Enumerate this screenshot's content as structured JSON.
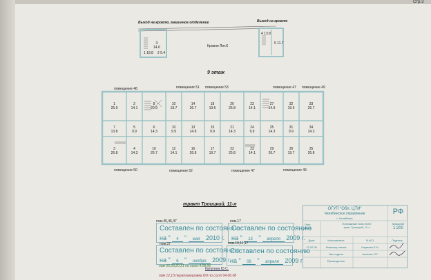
{
  "document": {
    "corner_text": "Стр.3",
    "roof_exit_left": "Выход на кровлю, машинное отделение",
    "roof_exit_right": "Выход на кровлю",
    "roof_label": "Кровля Лит.К",
    "floor_title": "9 этаж",
    "address_title": "тракт Троицкий, 11-л",
    "top_rooms": [
      {
        "num": "1",
        "area": "18.8"
      },
      {
        "num": "2",
        "area": "5.4"
      },
      {
        "num": "3",
        "area": "14.6"
      },
      {
        "num": "4",
        "area": "13.8"
      },
      {
        "num": "5",
        "area": "11.7"
      }
    ],
    "premises_labels": [
      "помещение 48",
      "помещение 51",
      "помещение 53",
      "помещение 47",
      "помещение 49",
      "помещение 50",
      "помещение 52",
      "помещение 47",
      "помещение 49"
    ],
    "rooms_top": [
      {
        "num": "1",
        "area": "25.9"
      },
      {
        "num": "2",
        "area": "14.1"
      },
      {
        "num": "8",
        "area": "20.9"
      },
      {
        "num": "10",
        "area": "19.7"
      },
      {
        "num": "14",
        "area": "26.7"
      },
      {
        "num": "18",
        "area": "19.6"
      },
      {
        "num": "20",
        "area": "25.8"
      },
      {
        "num": "23",
        "area": "14.1"
      },
      {
        "num": "27",
        "area": "14.9"
      },
      {
        "num": "32",
        "area": "19.6"
      },
      {
        "num": "33",
        "area": "26.7"
      }
    ],
    "rooms_mid": [
      {
        "num": "7",
        "area": "13.8"
      },
      {
        "num": "5",
        "area": "9.9"
      },
      {
        "num": "6",
        "area": "14.3"
      },
      {
        "num": "10",
        "area": "9.9"
      },
      {
        "num": "13",
        "area": "14.8"
      },
      {
        "num": "15",
        "area": "9.9"
      },
      {
        "num": "21",
        "area": "14.3"
      },
      {
        "num": "24",
        "area": "9.9"
      },
      {
        "num": "25",
        "area": "14.3"
      },
      {
        "num": "31",
        "area": "9.9"
      },
      {
        "num": "34",
        "area": "14.3"
      }
    ],
    "rooms_bottom": [
      {
        "num": "3",
        "area": "26.8"
      },
      {
        "num": "4",
        "area": "14.3"
      },
      {
        "num": "16",
        "area": "26.7"
      },
      {
        "num": "12",
        "area": "14.1"
      },
      {
        "num": "16",
        "area": "26.8"
      },
      {
        "num": "17",
        "area": "19.7"
      },
      {
        "num": "22",
        "area": "25.8"
      },
      {
        "num": "23",
        "area": "14.1"
      },
      {
        "num": "29",
        "area": "26.7"
      },
      {
        "num": "30",
        "area": "19.7"
      },
      {
        "num": "35",
        "area": "26.8"
      }
    ]
  },
  "stamps": [
    {
      "label": "пом.45,46,47",
      "title": "Составлен по состоянию",
      "prefix": "на",
      "day": "4",
      "month": "мая",
      "year": "2010 г."
    },
    {
      "label": "пом.17",
      "title": "Составлен по состоянию",
      "prefix": "на",
      "day": "13",
      "month": "апреля",
      "year": "2009 г."
    },
    {
      "label": "пом.37",
      "title": "Составлен по состоянию",
      "prefix": "на",
      "day": "6",
      "month": "ноября",
      "year": "2009 г."
    },
    {
      "label": "пом.10,11,17",
      "title": "Составлен по состоянию",
      "prefix": "на",
      "day": "06",
      "month": "апреля",
      "year": "2009 г."
    }
  ],
  "handwritten": {
    "green_note": "пом 66,68,20,21 по сост.4.08.06",
    "stamp_small": "Калугина Ю.С.",
    "red_note": "пом 12,13 перепланировка б/д по сост 04.06.08"
  },
  "title_block": {
    "org": "ОГУП \"Обл. ЦТИ\"",
    "branch": "Челябинское управление",
    "rf": "РФ",
    "city": "г. Челябинск",
    "sheet_label": "Лист",
    "sheet_no": "№ 11",
    "plan_desc": "Поэтажный план Лит.К",
    "address": "тракт Троицкий, 11-л",
    "scale_label": "Масштаб",
    "scale": "1:200",
    "col_date": "Дата",
    "col_exec": "Исполнитель",
    "col_fio": "Ф.И.О.",
    "col_sign": "Подпись",
    "date": "12.02.08",
    "role1": "Инженер,техник",
    "name1": "Наумова Е.Н.",
    "role2": "Нач.отдела",
    "name2": "Асеевич Л.Г.",
    "role3": "Руководитель"
  }
}
